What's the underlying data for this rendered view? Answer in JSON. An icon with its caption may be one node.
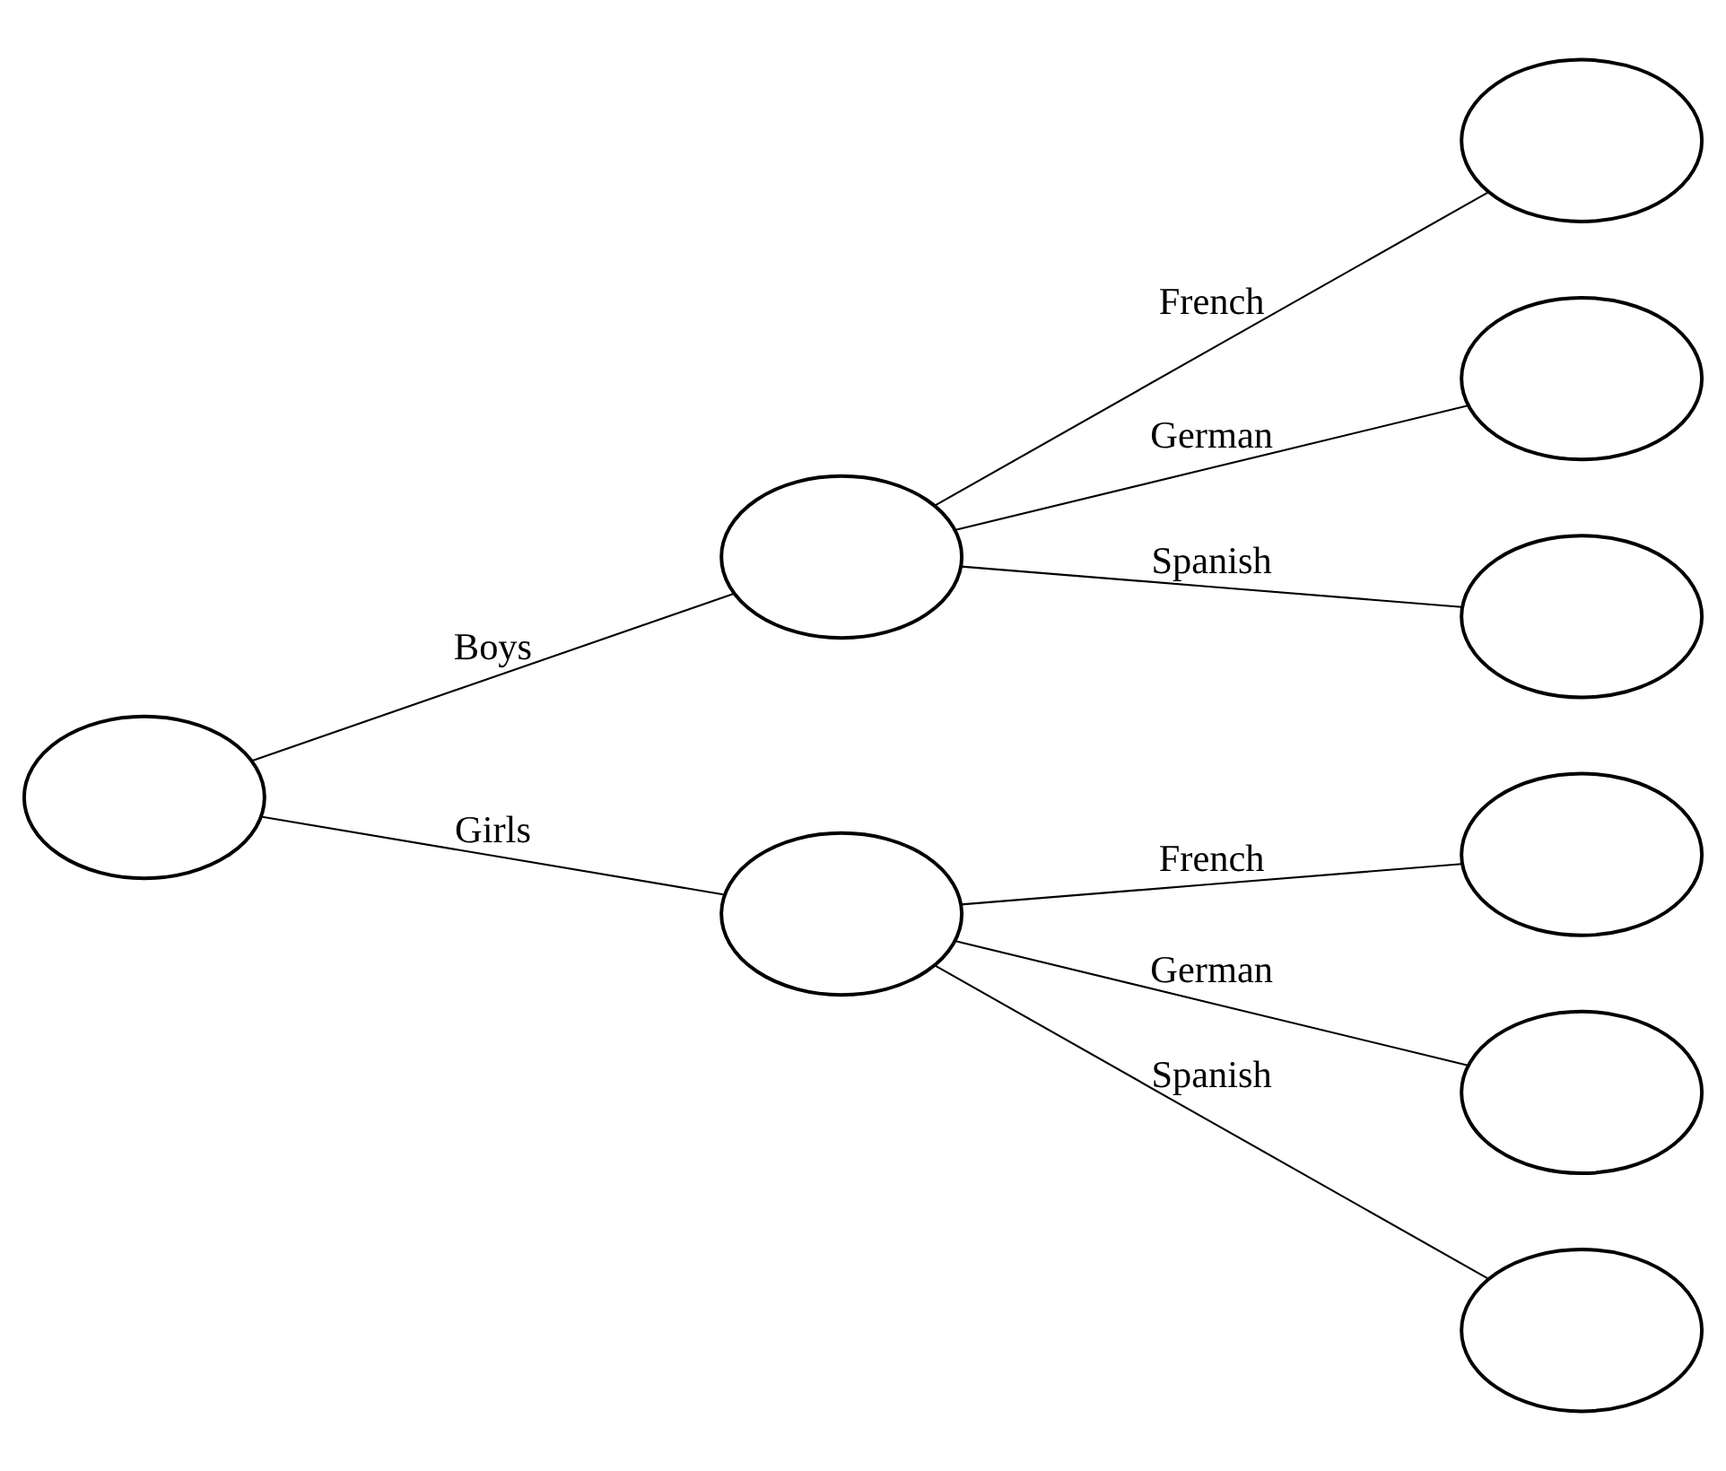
{
  "diagram": {
    "nodes": [
      {
        "text": [],
        "shape": "ellipse"
      },
      {
        "text": [],
        "shape": "ellipse"
      },
      {
        "text": [],
        "shape": "ellipse"
      },
      {
        "text": [],
        "shape": "ellipse"
      },
      {
        "text": [],
        "shape": "ellipse"
      },
      {
        "text": [],
        "shape": "ellipse"
      },
      {
        "text": [],
        "shape": "ellipse"
      },
      {
        "text": [],
        "shape": "ellipse"
      },
      {
        "text": [],
        "shape": "ellipse"
      }
    ],
    "edges": [
      {
        "from": 0,
        "to": 1,
        "arrow": "none",
        "label": "Boys"
      },
      {
        "from": 0,
        "to": 2,
        "arrow": "none",
        "label": "Girls"
      },
      {
        "from": 1,
        "to": 3,
        "arrow": "none",
        "label": "French"
      },
      {
        "from": 1,
        "to": 4,
        "arrow": "none",
        "label": "German"
      },
      {
        "from": 1,
        "to": 5,
        "arrow": "none",
        "label": "Spanish"
      },
      {
        "from": 2,
        "to": 6,
        "arrow": "none",
        "label": "French"
      },
      {
        "from": 2,
        "to": 7,
        "arrow": "none",
        "label": "German"
      },
      {
        "from": 2,
        "to": 8,
        "arrow": "none",
        "label": "Spanish"
      }
    ]
  }
}
